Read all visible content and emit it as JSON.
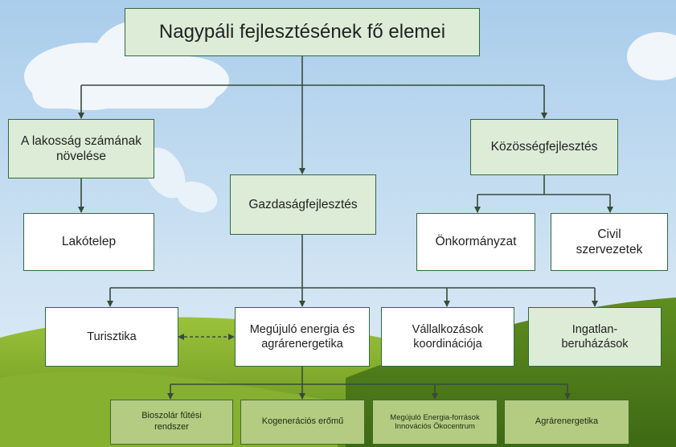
{
  "title": "Nagypáli fejlesztésének fő elemei",
  "level1": {
    "population": "A lakosság számának növelése",
    "economy": "Gazdaságfejlesztés",
    "community": "Közösségfejlesztés"
  },
  "level2": {
    "housing": "Lakótelep",
    "municipality": "Önkormányzat",
    "civil": "Civil szervezetek"
  },
  "level3": {
    "tourism": "Turisztika",
    "renewable": "Megújuló energia és agrárenergetika",
    "business": "Vállalkozások koordinációja",
    "realestate": "Ingatlan-beruházások"
  },
  "level4": {
    "biosolar": "Bioszolár fűtési rendszer",
    "cogeneration": "Kogenerációs erőmű",
    "innovation": "Megújuló Energia-források Innovációs Ökocentrum",
    "agroenergy": "Agrárenergetika"
  },
  "colors": {
    "line": "#3a4a3a",
    "box_border": "#2f6b3e",
    "title_fill": "#dcecd7",
    "leaf_fill": "#b3cc82"
  }
}
